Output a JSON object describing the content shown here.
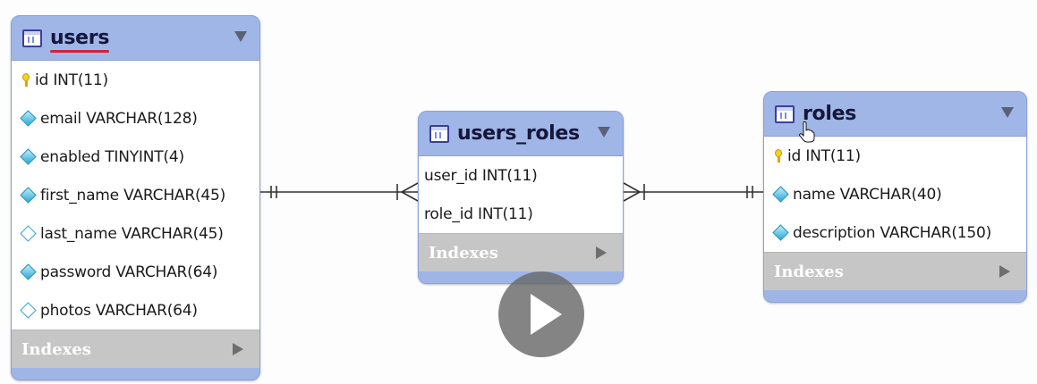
{
  "tables": {
    "users": {
      "title": "users",
      "columns": [
        {
          "text": "id INT(11)",
          "marker": "key-icon"
        },
        {
          "text": "email VARCHAR(128)",
          "marker": "diamond-filled-icon"
        },
        {
          "text": "enabled TINYINT(4)",
          "marker": "diamond-filled-icon"
        },
        {
          "text": "first_name VARCHAR(45)",
          "marker": "diamond-filled-icon"
        },
        {
          "text": "last_name VARCHAR(45)",
          "marker": "diamond-empty-icon"
        },
        {
          "text": "password VARCHAR(64)",
          "marker": "diamond-filled-icon"
        },
        {
          "text": "photos VARCHAR(64)",
          "marker": "diamond-empty-icon"
        }
      ],
      "indexes_label": "Indexes"
    },
    "users_roles": {
      "title": "users_roles",
      "columns": [
        {
          "text": "user_id INT(11)"
        },
        {
          "text": "role_id INT(11)"
        }
      ],
      "indexes_label": "Indexes"
    },
    "roles": {
      "title": "roles",
      "columns": [
        {
          "text": "id INT(11)",
          "marker": "key-icon"
        },
        {
          "text": "name VARCHAR(40)",
          "marker": "diamond-filled-icon"
        },
        {
          "text": "description VARCHAR(150)",
          "marker": "diamond-filled-icon"
        }
      ],
      "indexes_label": "Indexes"
    }
  },
  "colors": {
    "header": "#9fb6e7",
    "indexes_band": "#c6c6c6",
    "title_underline": "#d0243b",
    "connector": "#333333"
  },
  "overlay": {
    "play_button": "play-icon",
    "cursor": "hand-pointer-icon"
  }
}
